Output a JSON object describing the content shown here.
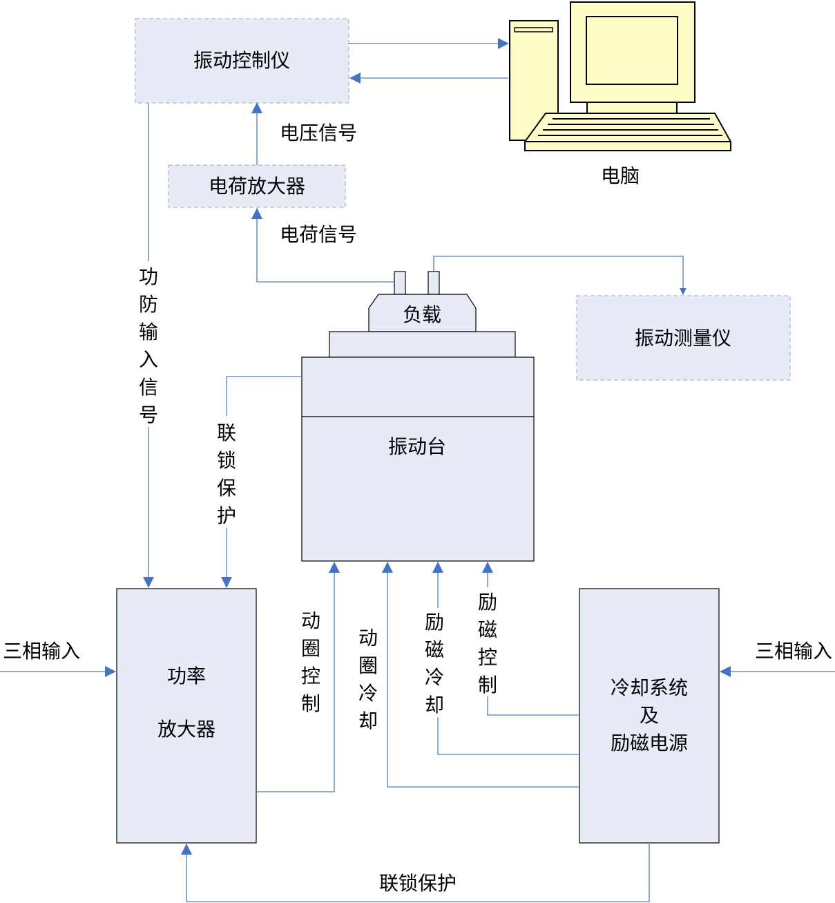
{
  "colors": {
    "box_fill": "#e7ebf6",
    "dashed_border": "#b8c2db",
    "connector": "#4f7fbf",
    "computer_body": "#fdfbc6"
  },
  "labels": {
    "vibration_controller": "振动控制仪",
    "computer": "电脑",
    "voltage_signal": "电压信号",
    "charge_amplifier": "电荷放大器",
    "charge_signal": "电荷信号",
    "power_amp_input": [
      "功",
      "防",
      "输",
      "入",
      "信",
      "号"
    ],
    "load": "负载",
    "vibration_meter": "振动测量仪",
    "shaker": "振动台",
    "interlock_vertical": [
      "联",
      "锁",
      "保",
      "护"
    ],
    "power_amplifier": [
      "功率",
      "放大器"
    ],
    "three_phase_left": "三相输入",
    "three_phase_right": "三相输入",
    "coil_control": [
      "动",
      "圈",
      "控",
      "制"
    ],
    "coil_cooling": [
      "动",
      "圈",
      "冷",
      "却"
    ],
    "excitation_cooling": [
      "励",
      "磁",
      "冷",
      "却"
    ],
    "excitation_control": [
      "励",
      "磁",
      "控",
      "制"
    ],
    "cooling_system": [
      "冷却系统",
      "及",
      "励磁电源"
    ],
    "interlock_bottom": "联锁保护"
  },
  "icons": [
    "computer-icon",
    "arrow-head-icon"
  ]
}
